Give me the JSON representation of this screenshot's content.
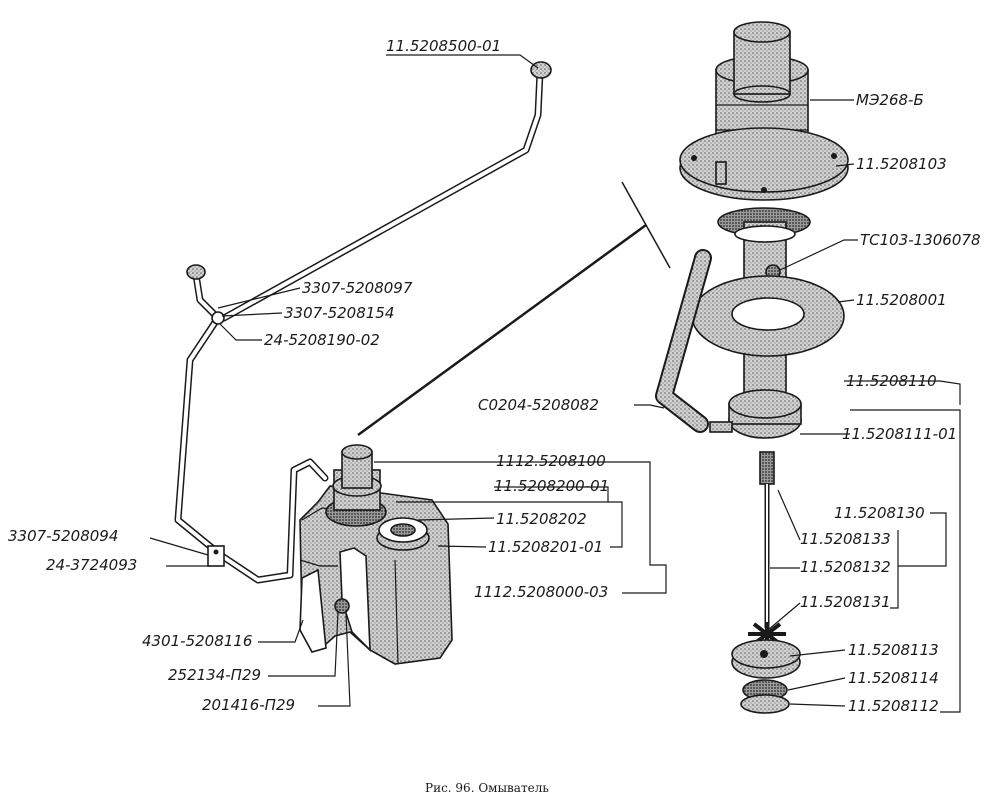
{
  "labels": {
    "l01": "11.5208500-01",
    "l02": "3307-5208097",
    "l03": "3307-5208154",
    "l04": "24-5208190-02",
    "l05": "3307-5208094",
    "l06": "24-3724093",
    "l07": "4301-5208116",
    "l08": "252134-П29",
    "l09": "201416-П29",
    "l10": "1112.5208100",
    "l11": "11.5208200-01",
    "l12": "11.5208202",
    "l13": "11.5208201-01",
    "l14": "1112.5208000-03",
    "l15": "МЭ268-Б",
    "l16": "11.5208103",
    "l17": "ТС103-1306078",
    "l18": "11.5208001",
    "l19": "С0204-5208082",
    "l20": "11.5208110",
    "l21": "11.5208111-01",
    "l22": "11.5208130",
    "l23": "11.5208133",
    "l24": "11.5208132",
    "l25": "11.5208131",
    "l26": "11.5208113",
    "l27": "11.5208114",
    "l28": "11.5208112"
  },
  "caption": "Рис. 96. Омыватель",
  "colors": {
    "ink": "#1a1a1a",
    "stipple": "#8a8a8a",
    "paper": "#ffffff"
  }
}
